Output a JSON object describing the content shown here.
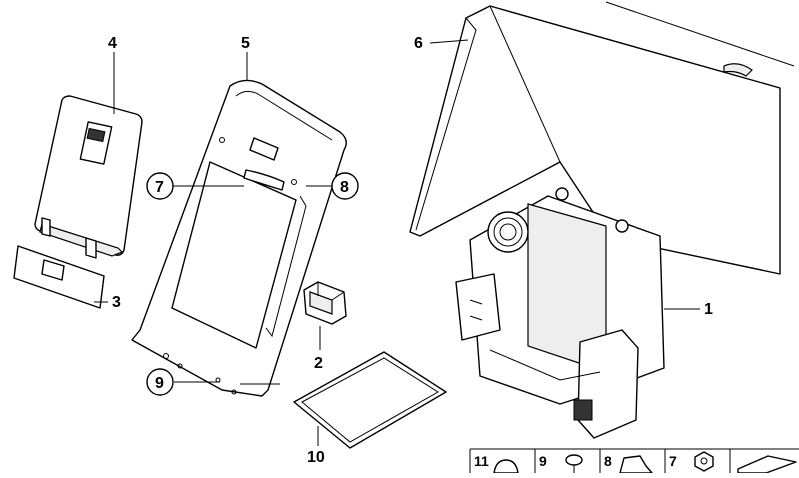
{
  "diagram": {
    "callouts": {
      "c1": "1",
      "c2": "2",
      "c3": "3",
      "c4": "4",
      "c5": "5",
      "c6": "6",
      "c7": "7",
      "c8": "8",
      "c9": "9",
      "c10": "10"
    },
    "legend": [
      {
        "number": "11",
        "icon": "clip-icon"
      },
      {
        "number": "9",
        "icon": "expanding-rivet-icon"
      },
      {
        "number": "8",
        "icon": "spring-nut-icon"
      },
      {
        "number": "7",
        "icon": "hex-screw-icon"
      },
      {
        "number": "",
        "icon": "pad-icon"
      }
    ]
  }
}
